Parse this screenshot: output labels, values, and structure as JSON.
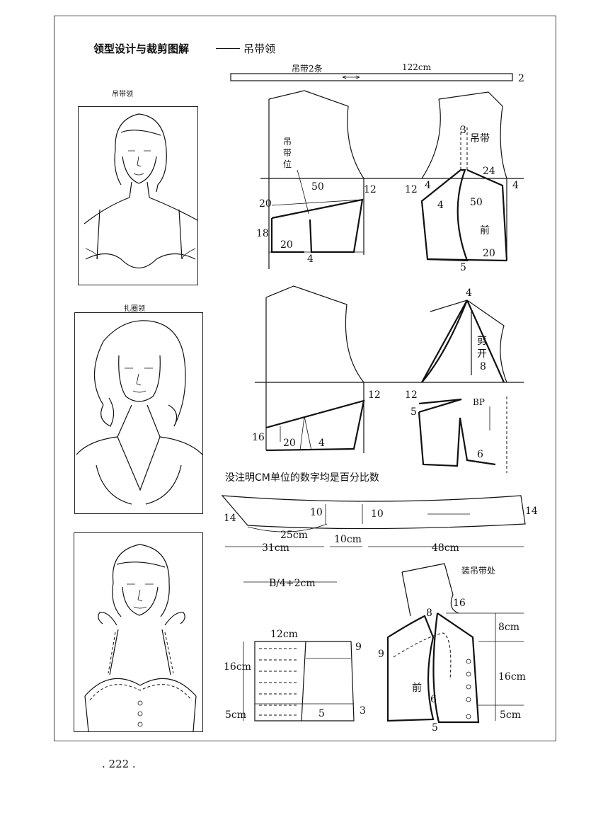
{
  "title": "领型设计与裁剪图解",
  "subtitle": "吊带领",
  "captions": [
    "吊带领",
    "扎圈领"
  ],
  "strap": {
    "label": "吊带2条",
    "length": "122cm",
    "width": "2"
  },
  "pattern1_labels": [
    "吊",
    "带",
    "位",
    "50",
    "12",
    "20",
    "18",
    "20",
    "4",
    "12",
    "3",
    "吊带",
    "24",
    "4",
    "4",
    "4",
    "50",
    "前",
    "20",
    "5"
  ],
  "pattern2_labels": [
    "4",
    "剪",
    "开",
    "8",
    "12",
    "12",
    "BP",
    "5",
    "16",
    "20",
    "4",
    "6"
  ],
  "note": "没注明CM单位的数字均是百分比数",
  "collar": {
    "labels": [
      "14",
      "10",
      "10",
      "14",
      "25cm",
      "31cm",
      "10cm",
      "48cm"
    ]
  },
  "bottom": {
    "labels": [
      "B/4+2cm",
      "12cm",
      "9",
      "16cm",
      "5cm",
      "5",
      "3",
      "装吊带处",
      "16",
      "8",
      "8cm",
      "9",
      "16cm",
      "前",
      "6",
      "5cm",
      "5"
    ]
  },
  "page_number": ". 222 ."
}
